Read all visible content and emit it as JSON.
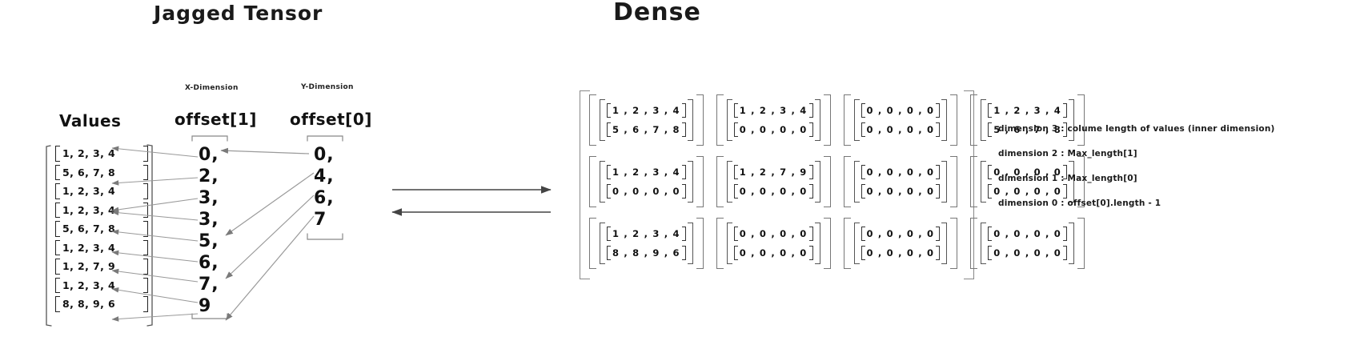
{
  "headings": {
    "left_title": "Jagged Tensor",
    "right_title": "Dense"
  },
  "jagged": {
    "values_caption": "Values",
    "offset1_caption": "offset[1]",
    "offset0_caption": "offset[0]",
    "x_dimension_label": "X-Dimension",
    "y_dimension_label": "Y-Dimension",
    "values": [
      "1, 2, 3, 4",
      "5, 6, 7, 8",
      "1, 2, 3, 4",
      "1, 2, 3, 4",
      "5, 6, 7, 8",
      "1, 2, 3, 4",
      "1, 2, 7, 9",
      "1, 2, 3, 4",
      "8, 8, 9, 6"
    ],
    "offset1": [
      "0,",
      "2,",
      "3,",
      "3,",
      "5,",
      "6,",
      "7,",
      "9"
    ],
    "offset0": [
      "0,",
      "4,",
      "6,",
      "7"
    ]
  },
  "dense": {
    "rows": [
      [
        [
          "1 , 2 , 3 , 4",
          "5 , 6 , 7 , 8"
        ],
        [
          "1 , 2 , 3 , 4",
          "0 , 0 , 0 , 0"
        ],
        [
          "0 , 0 , 0 , 0",
          "0 , 0 , 0 , 0"
        ],
        [
          "1 , 2 , 3 , 4",
          "5 , 6 , 7 , 8"
        ]
      ],
      [
        [
          "1 , 2 , 3 , 4",
          "0 , 0 , 0 , 0"
        ],
        [
          "1 , 2 , 7 , 9",
          "0 , 0 , 0 , 0"
        ],
        [
          "0 , 0 , 0 , 0",
          "0 , 0 , 0 , 0"
        ],
        [
          "0 , 0 , 0 , 0",
          "0 , 0 , 0 , 0"
        ]
      ],
      [
        [
          "1 , 2 , 3 , 4",
          "8 , 8 , 9 , 6"
        ],
        [
          "0 , 0 , 0 , 0",
          "0 , 0 , 0 , 0"
        ],
        [
          "0 , 0 , 0 , 0",
          "0 , 0 , 0 , 0"
        ],
        [
          "0 , 0 , 0 , 0",
          "0 , 0 , 0 , 0"
        ]
      ]
    ]
  },
  "annotations": [
    "dimension 3 : colume length of values (inner dimension)",
    "dimension 2 : Max_length[1]",
    "dimension 1  : Max_length[0]",
    "dimension 0 : offset[0].length - 1"
  ]
}
